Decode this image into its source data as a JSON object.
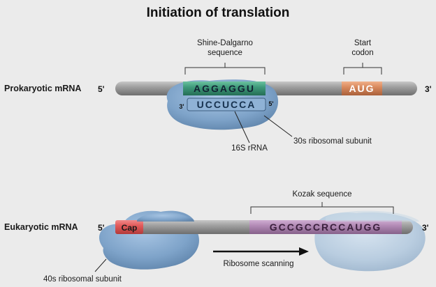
{
  "title": "Initiation of translation",
  "prokaryote": {
    "label": "Prokaryotic mRNA",
    "five_prime": "5'",
    "three_prime": "3'",
    "sd_label_line1": "Shine-Dalgarno",
    "sd_label_line2": "sequence",
    "start_label_line1": "Start",
    "start_label_line2": "codon",
    "sd_sequence": "AGGAGGU",
    "start_codon": "AUG",
    "rrna_sequence": "UCCUCCA",
    "rrna_3prime": "3'",
    "rrna_5prime": "5'",
    "rrna_label": "16S rRNA",
    "subunit_label": "30s ribosomal subunit"
  },
  "eukaryote": {
    "label": "Eukaryotic mRNA",
    "five_prime": "5'",
    "three_prime": "3'",
    "cap": "Cap",
    "kozak_label": "Kozak sequence",
    "kozak_sequence": "GCCGCCRCCAUGG",
    "scanning_label": "Ribosome scanning",
    "subunit_label": "40s ribosomal subunit"
  },
  "colors": {
    "background": "#ebebeb",
    "mrna": "#9a9a9a",
    "shine_dalgarno": "#3f9a7b",
    "start_codon": "#d98a5e",
    "ribosome": "#7ea3c9",
    "cap": "#e25a5a",
    "kozak": "#b28ab5"
  }
}
